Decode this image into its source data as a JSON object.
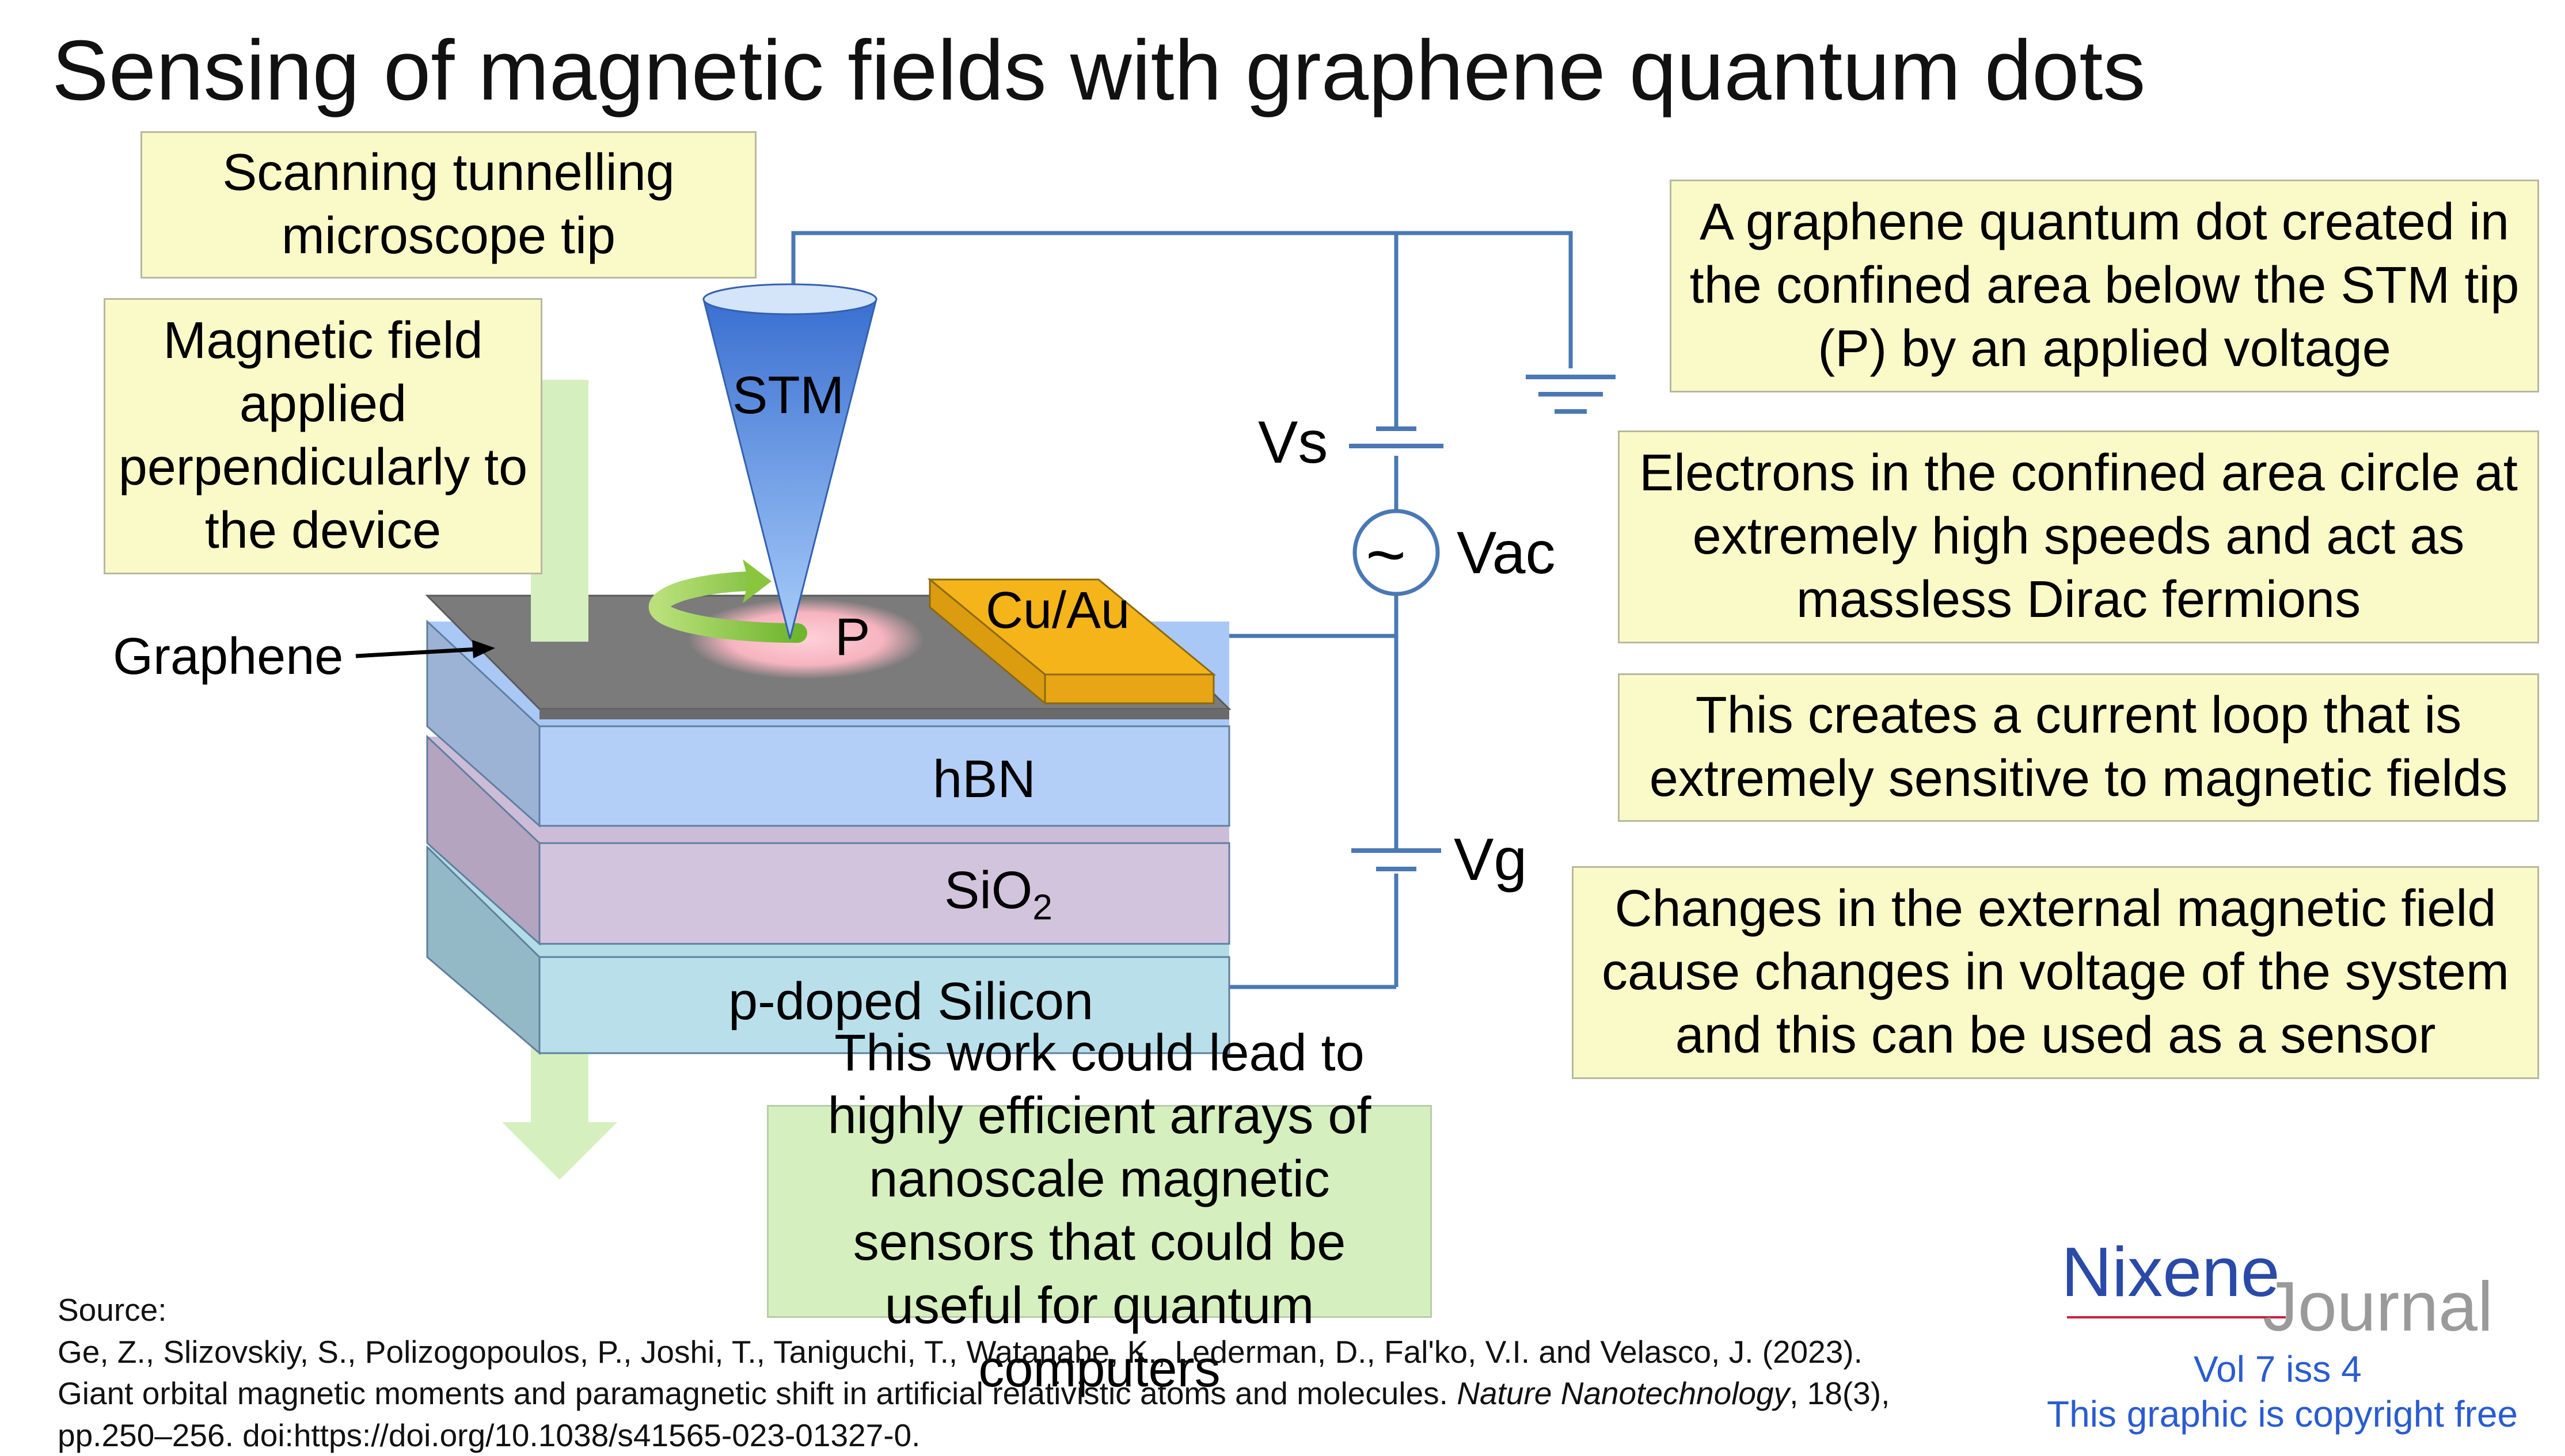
{
  "title": "Sensing of magnetic fields with graphene quantum dots",
  "callouts": {
    "stm_tip": "Scanning tunnelling microscope tip",
    "magnetic_field": "Magnetic field applied perpendicularly to the device",
    "quantum_dot": "A graphene quantum dot created in the confined area below the STM tip (P) by an applied voltage",
    "electrons": "Electrons in the confined area circle at extremely high speeds and act as massless Dirac fermions",
    "current_loop": "This creates a current loop that is extremely sensitive to magnetic fields",
    "voltage_change": "Changes in the external magnetic field cause changes in voltage of the system and this can be used as a sensor",
    "conclusion": "This work could lead to highly efficient arrays of nanoscale magnetic sensors that could be useful for quantum computers"
  },
  "diagram": {
    "stm_label": "STM",
    "point_label": "P",
    "contact_label": "Cu/Au",
    "graphene_label": "Graphene",
    "layers": {
      "hbn": "hBN",
      "sio2_main": "SiO",
      "sio2_sub": "2",
      "silicon": "p-doped Silicon"
    },
    "circuit": {
      "vs": "Vs",
      "vac": "Vac",
      "vg": "Vg",
      "ac_symbol": "~"
    }
  },
  "source": {
    "heading": "Source:",
    "authors": "Ge, Z., Slizovskiy, S., Polizogopoulos, P., Joshi, T., Taniguchi, T., Watanabe, K., Lederman, D., Fal'ko, V.I. and Velasco, J. (2023).",
    "article": "Giant orbital magnetic moments and paramagnetic shift in artificial relativistic atoms and molecules.",
    "journal": "Nature Nanotechnology",
    "details": ", 18(3),",
    "pages_doi": "pp.250–256. doi:https://doi.org/10.1038/s41565-023-01327-0."
  },
  "branding": {
    "logo_main": "Nixene",
    "logo_sub": "Journal",
    "volume": "Vol 7 iss 4",
    "copyright": "This graphic is copyright free"
  },
  "colors": {
    "wire": "#4a78b4",
    "stm": "#4f8bdc",
    "graphene": "#7a7a7a",
    "hbn": "#a9c8f5",
    "sio2": "#cdbcd8",
    "silicon": "#b2dde6",
    "contact": "#f4b41a",
    "arrow_green": "#cfeab4",
    "loop_green": "#8ac53e"
  }
}
